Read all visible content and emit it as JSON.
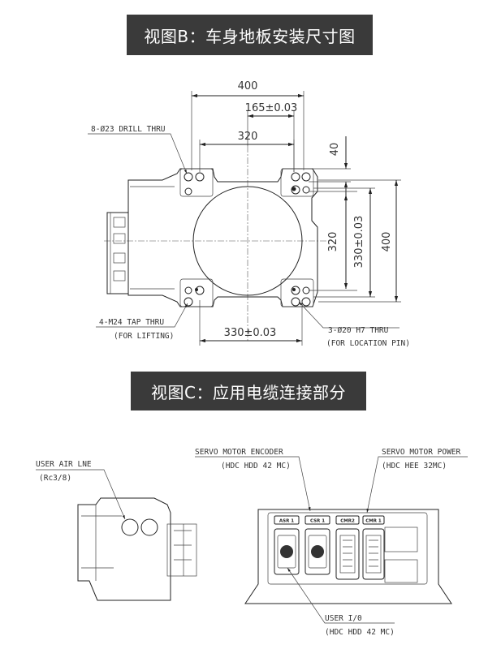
{
  "banners": {
    "view_b": "视图B：车身地板安装尺寸图",
    "view_c": "视图C：应用电缆连接部分"
  },
  "view_b": {
    "dim_400_top": "400",
    "dim_165": "165±0.03",
    "dim_320_top": "320",
    "dim_40": "40",
    "dim_320_side": "320",
    "dim_330_side": "330±0.03",
    "dim_400_side": "400",
    "dim_330_bottom": "330±0.03",
    "label_drill": "8-Ø23 DRILL THRU",
    "label_tap_1": "4-M24 TAP THRU",
    "label_tap_2": "(FOR LIFTING)",
    "label_pin_1": "3-Ø20 H7 THRU",
    "label_pin_2": "(FOR LOCATION PIN)"
  },
  "view_c": {
    "air_line_1": "USER AIR LNE",
    "air_line_2": "(Rc3/8)",
    "encoder_1": "SERVO MOTOR ENCODER",
    "encoder_2": "(HDC HDD 42 MC)",
    "power_1": "SERVO MOTOR POWER",
    "power_2": "(HDC HEE 32MC)",
    "user_io_1": "USER I/0",
    "user_io_2": "(HDC HDD 42 MC)",
    "connectors": [
      "ASR 1",
      "CSR 1",
      "CMR2",
      "CMR 1"
    ]
  }
}
